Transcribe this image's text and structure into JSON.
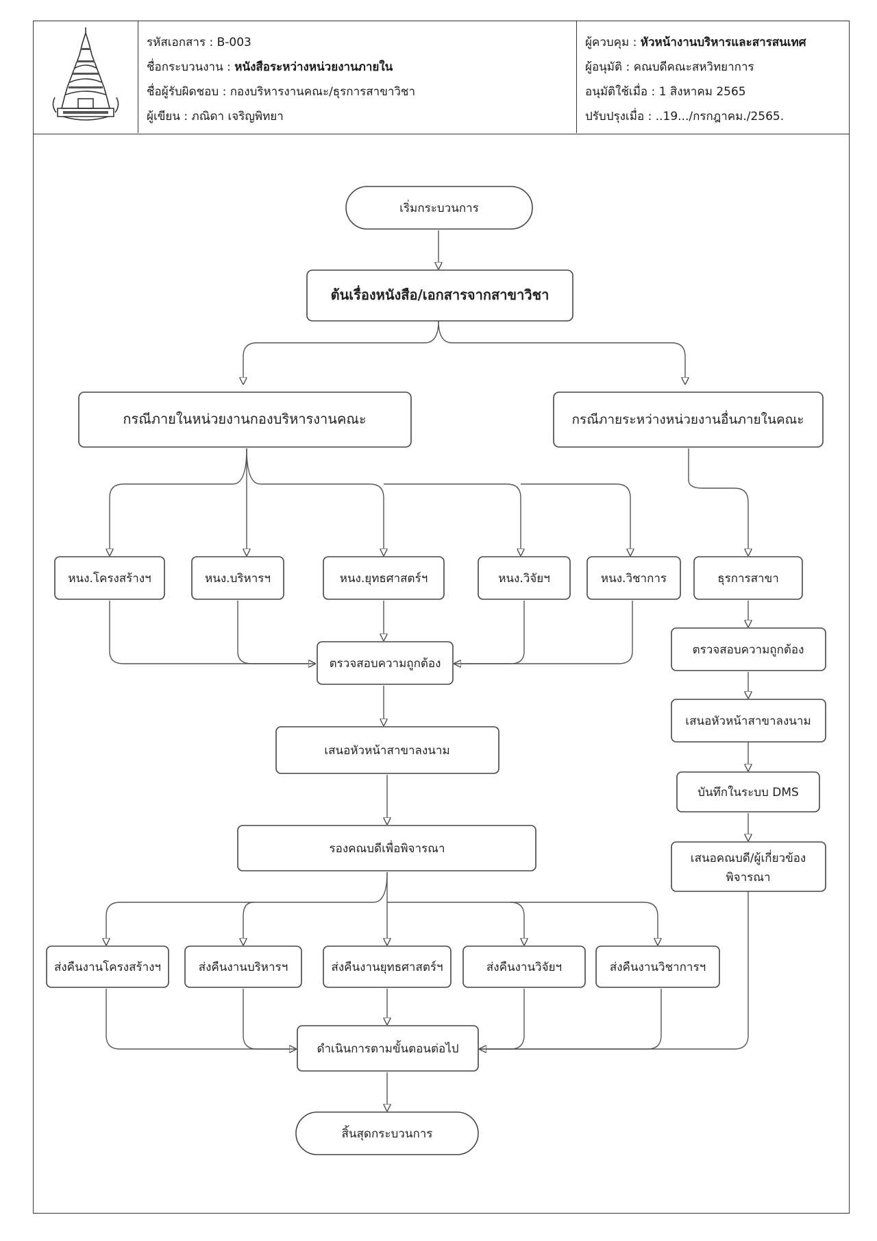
{
  "header": {
    "doc_code_label": "รหัสเอกสาร :",
    "doc_code": "B-003",
    "process_name_label": "ชื่อกระบวนงาน :",
    "process_name": "หนังสือระหว่างหน่วยงานภายใน",
    "responsible_label": "ชื่อผู้รับผิดชอบ :",
    "responsible": "กองบริหารงานคณะ/ธุรการสาขาวิชา",
    "author_label": "ผู้เขียน :",
    "author": "ภณิดา  เจริญพิทยา",
    "controller_label": "ผู้ควบคุม :",
    "controller": "หัวหน้างานบริหารและสารสนเทศ",
    "approver_label": "ผู้อนุมัติ :",
    "approver": "คณบดีคณะสหวิทยาการ",
    "approved_label": "อนุมัติใช้เมื่อ :",
    "approved": "1 สิงหาคม 2565",
    "revised_label": "ปรับปรุงเมื่อ :",
    "revised": "..19.../กรกฎาคม./2565."
  },
  "flow": {
    "start": "เริ่มกระบวนการ",
    "origin": "ต้นเรื่องหนังสือ/เอกสารจากสาขาวิชา",
    "case_internal": "กรณีภายในหน่วยงานกองบริหารงานคณะ",
    "case_other": "กรณีภายระหว่างหน่วยงานอื่นภายในคณะ",
    "unit_structure": "หนง.โครงสร้างฯ",
    "unit_admin": "หนง.บริหารฯ",
    "unit_strategy": "หนง.ยุทธศาสตร์ฯ",
    "unit_research": "หนง.วิจัยฯ",
    "unit_academic": "หนง.วิชาการ",
    "branch_clerk": "ธุรการสาขา",
    "check_left": "ตรวจสอบความถูกต้อง",
    "check_right": "ตรวจสอบความถูกต้อง",
    "head_sign_left": "เสนอหัวหน้าสาขาลงนาม",
    "head_sign_right": "เสนอหัวหน้าสาขาลงนาม",
    "dms": "บันทึกในระบบ DMS",
    "dean_consider_1": "เสนอคณบดี/ผู้เกี่ยวข้อง",
    "dean_consider_2": "พิจารณา",
    "vice_dean": "รองคณบดีเพื่อพิจารณา",
    "return_structure": "ส่งคืนงานโครงสร้างฯ",
    "return_admin": "ส่งคืนงานบริหารฯ",
    "return_strategy": "ส่งคืนงานยุทธศาสตร์ฯ",
    "return_research": "ส่งคืนงานวิจัยฯ",
    "return_academic": "ส่งคืนงานวิชาการฯ",
    "proceed": "ดำเนินการตามขั้นตอนต่อไป",
    "end": "สิ้นสุดกระบวนการ"
  }
}
